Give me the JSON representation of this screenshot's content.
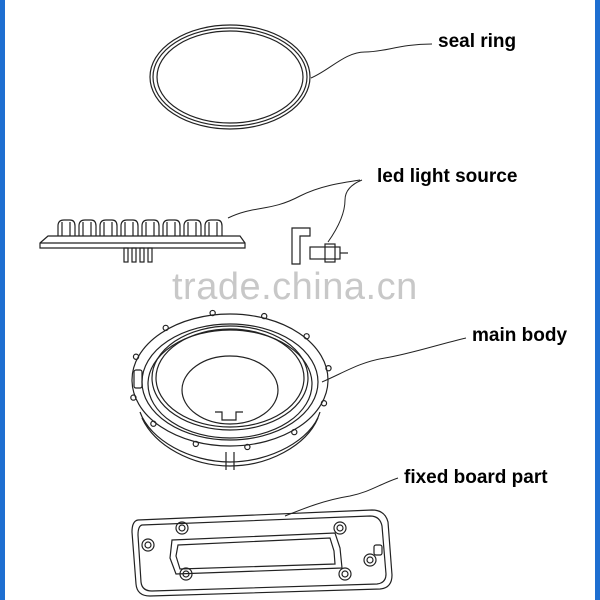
{
  "labels": {
    "seal_ring": "seal ring",
    "led_light_source": "led light source",
    "main_body": "main body",
    "fixed_board_part": "fixed board part"
  },
  "watermark": "trade.china.cn",
  "colors": {
    "line": "#222222",
    "edge_accent": "#1e6fd1",
    "watermark": "#c8c8c8"
  }
}
